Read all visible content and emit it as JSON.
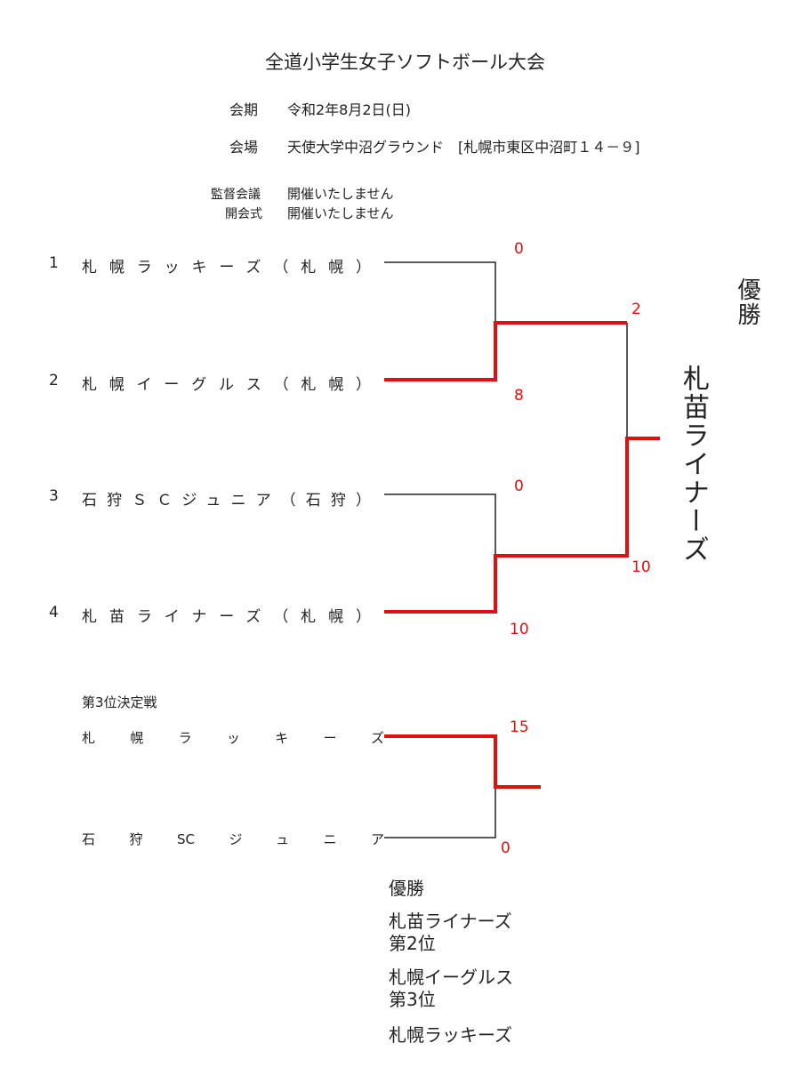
{
  "title": "全道小学生女子ソフトボール大会",
  "info": {
    "period_label": "会期",
    "period_value": "令和2年8月2日(日)",
    "venue_label": "会場",
    "venue_value": "天使大学中沼グラウンド　[札幌市東区中沼町１４－９]",
    "meeting_label": "監督会議",
    "meeting_value": "開催いたしません",
    "ceremony_label": "開会式",
    "ceremony_value": "開催いたしません"
  },
  "bracket": {
    "teams": [
      {
        "seed": "1",
        "name": "札幌ラッキーズ（札幌）",
        "score": "0"
      },
      {
        "seed": "2",
        "name": "札幌イーグルス（札幌）",
        "score": "8"
      },
      {
        "seed": "3",
        "name": "石狩ＳＣジュニア（石狩）",
        "score": "0"
      },
      {
        "seed": "4",
        "name": "札苗ライナーズ（札幌）",
        "score": "10"
      }
    ],
    "final_scores": [
      "2",
      "10"
    ],
    "champion_label": "優勝",
    "champion": "札苗ライナーズ"
  },
  "third_place": {
    "label": "第3位決定戦",
    "teams": [
      {
        "name": "札幌ラッキーズ",
        "score": "15"
      },
      {
        "name": "石狩SCジュニア",
        "score": "0"
      }
    ]
  },
  "results": [
    "優勝",
    "札苗ライナーズ",
    "第2位",
    "札幌イーグルス",
    "第3位",
    "札幌ラッキーズ"
  ],
  "colors": {
    "winner_line": "#e01010",
    "loser_line": "#222222"
  }
}
